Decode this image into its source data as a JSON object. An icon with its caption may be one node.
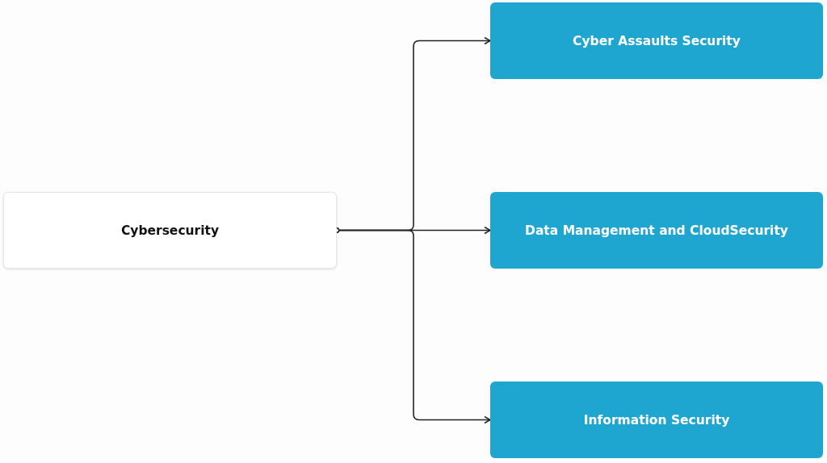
{
  "diagram": {
    "nodes": [
      {
        "text": [
          "Cybersecurity"
        ]
      },
      {
        "text": [
          "Cyber Assaults Security"
        ]
      },
      {
        "text": [
          "Data Management and CloudSecurity"
        ]
      },
      {
        "text": [
          "Information Security"
        ]
      }
    ],
    "edges": [
      {
        "from": 0,
        "to": 1,
        "arrow": "to"
      },
      {
        "from": 0,
        "to": 2,
        "arrow": "to"
      },
      {
        "from": 0,
        "to": 3,
        "arrow": "to"
      }
    ]
  }
}
